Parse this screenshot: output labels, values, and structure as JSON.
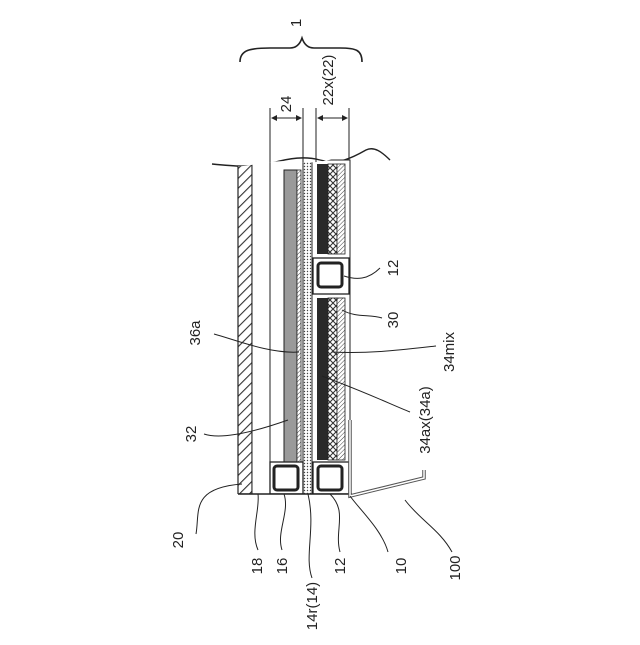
{
  "figure": {
    "ref_assembly": "1",
    "ref_24": "24",
    "ref_22x": "22x(22)",
    "ref_12_top": "12",
    "ref_30": "30",
    "ref_36a": "36a",
    "ref_34mix": "34mix",
    "ref_34ax": "34ax(34a)",
    "ref_32": "32",
    "ref_20": "20",
    "ref_18": "18",
    "ref_16": "16",
    "ref_14r": "14r(14)",
    "ref_12_bottom": "12",
    "ref_10": "10",
    "ref_100": "100"
  },
  "colors": {
    "line": "#222222",
    "hatch": "#333333",
    "dark_layer": "#2a2a2a",
    "grey_layer": "#9a9a9a",
    "background": "#ffffff"
  }
}
